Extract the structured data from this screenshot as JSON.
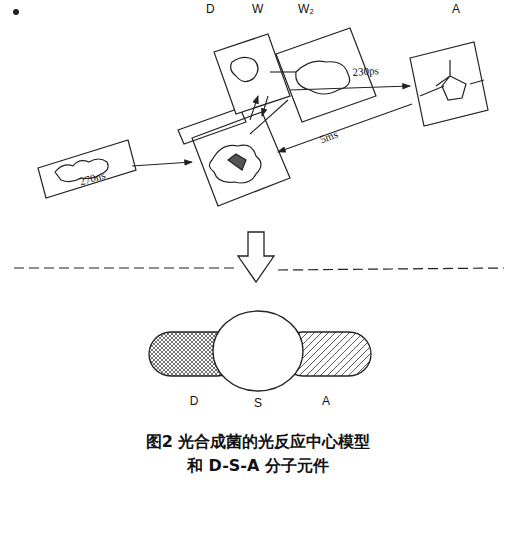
{
  "diagram": {
    "caption": "图2 光合成菌的光反应中心模型和 D-S-A 分子元件",
    "nodes": [
      {
        "text": [
          "D"
        ]
      },
      {
        "text": [
          "S"
        ]
      },
      {
        "text": [
          "A"
        ]
      }
    ],
    "labels": [
      "D",
      "W",
      "W₂",
      "A",
      "270ns",
      "230ps",
      "5ms"
    ]
  }
}
